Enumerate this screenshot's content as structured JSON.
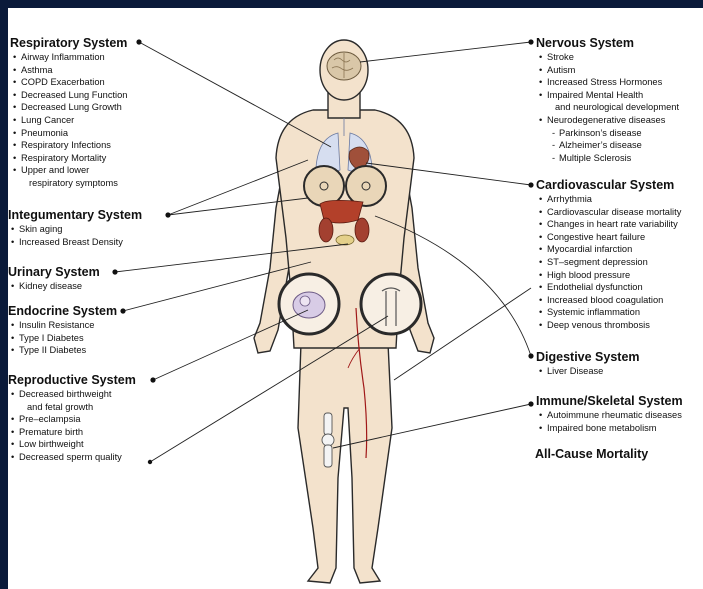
{
  "colors": {
    "frame": "#0a1a3a",
    "skin": "#f3e2cc",
    "outline": "#2a2a2a",
    "lungs": "#d6def0",
    "liver": "#b3402a",
    "brain": "#d9c7a8",
    "vessel": "#a01818"
  },
  "systems": {
    "respiratory": {
      "title": "Respiratory System",
      "items": [
        "Airway Inflammation",
        "Asthma",
        "COPD Exacerbation",
        "Decreased Lung Function",
        "Decreased Lung Growth",
        "Lung Cancer",
        "Pneumonia",
        "Respiratory Infections",
        "Respiratory Mortality",
        "Upper and lower",
        "respiratory symptoms"
      ]
    },
    "integumentary": {
      "title": "Integumentary System",
      "items": [
        "Skin aging",
        "Increased Breast Density"
      ]
    },
    "urinary": {
      "title": "Urinary System",
      "items": [
        "Kidney disease"
      ]
    },
    "endocrine": {
      "title": "Endocrine System",
      "items": [
        "Insulin Resistance",
        "Type I Diabetes",
        "Type II Diabetes"
      ]
    },
    "reproductive": {
      "title": "Reproductive System",
      "items": [
        "Decreased birthweight",
        "and fetal growth",
        "Pre–eclampsia",
        "Premature birth",
        "Low birthweight",
        "Decreased sperm quality"
      ]
    },
    "nervous": {
      "title": "Nervous System",
      "items": [
        "Stroke",
        "Autism",
        "Increased Stress Hormones",
        "Impaired Mental Health",
        "and neurological development",
        "Neurodegenerative diseases",
        "Parkinson’s disease",
        "Alzheimer’s disease",
        "Multiple Sclerosis"
      ]
    },
    "cardiovascular": {
      "title": "Cardiovascular System",
      "items": [
        "Arrhythmia",
        "Cardiovascular disease mortality",
        "Changes in heart rate variability",
        "Congestive heart failure",
        "Myocardial infarction",
        "ST–segment depression",
        "High blood pressure",
        "Endothelial dysfunction",
        "Increased blood coagulation",
        "Systemic inflammation",
        "Deep venous thrombosis"
      ]
    },
    "digestive": {
      "title": "Digestive System",
      "items": [
        "Liver Disease"
      ]
    },
    "immune": {
      "title": "Immune/Skeletal System",
      "items": [
        "Autoimmune rheumatic diseases",
        "Impaired bone metabolism"
      ]
    }
  },
  "all_cause": "All-Cause Mortality"
}
